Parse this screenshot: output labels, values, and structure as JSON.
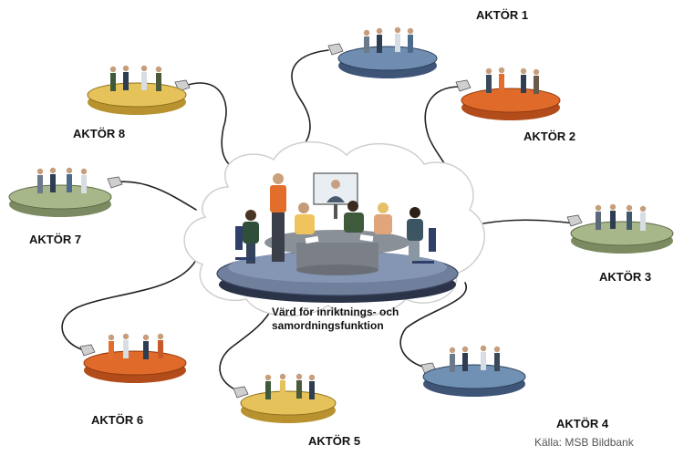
{
  "center": {
    "label_line1": "Värd för inriktnings- och",
    "label_line2": "samordningsfunktion"
  },
  "actors": [
    {
      "label": "AKTÖR 1",
      "color": "#6f8db0"
    },
    {
      "label": "AKTÖR 2",
      "color": "#e06a2a"
    },
    {
      "label": "AKTÖR 3",
      "color": "#a7b78a"
    },
    {
      "label": "AKTÖR 4",
      "color": "#7090b4"
    },
    {
      "label": "AKTÖR 5",
      "color": "#e6c35a"
    },
    {
      "label": "AKTÖR 6",
      "color": "#e06a2a"
    },
    {
      "label": "AKTÖR 7",
      "color": "#a7b78a"
    },
    {
      "label": "AKTÖR 8",
      "color": "#e6c35a"
    }
  ],
  "credit": "Källa: MSB Bildbank",
  "colors": {
    "center_platform": "#6f7f9c",
    "table": "#7b8088",
    "cloud_stroke": "#cfcfcf",
    "cable": "#222222"
  }
}
